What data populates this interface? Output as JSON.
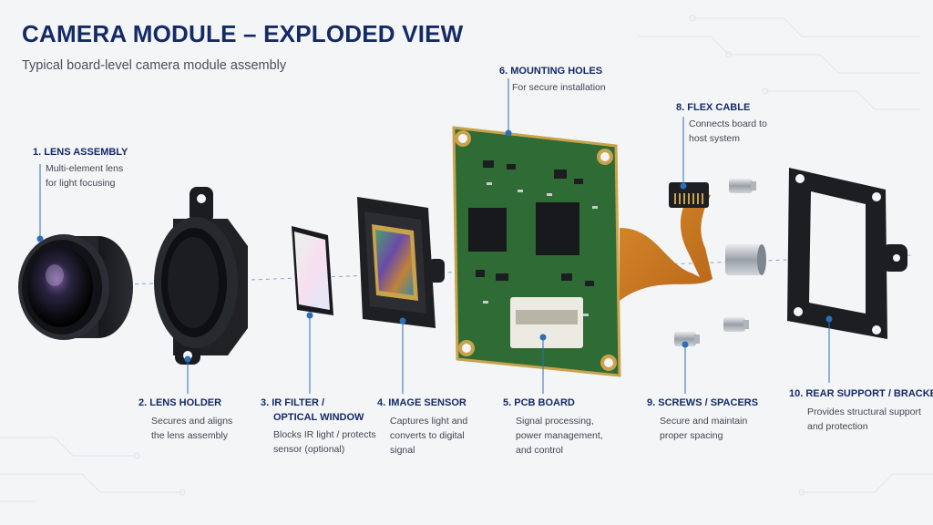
{
  "title": "CAMERA MODULE – EXPLODED VIEW",
  "subtitle": "Typical board-level camera module assembly",
  "parts": [
    {
      "number": "1.",
      "name": "LENS ASSEMBLY",
      "desc": [
        "Multi-element lens",
        "for light focusing"
      ]
    },
    {
      "number": "2.",
      "name": "LENS HOLDER",
      "desc": [
        "Secures and aligns",
        "the lens assembly"
      ]
    },
    {
      "number": "3.",
      "name": [
        "IR FILTER /",
        "OPTICAL WINDOW"
      ],
      "desc": [
        "Blocks IR light / protects",
        "sensor (optional)"
      ]
    },
    {
      "number": "4.",
      "name": "IMAGE SENSOR",
      "desc": [
        "Captures light and",
        "converts to digital",
        "signal"
      ]
    },
    {
      "number": "5.",
      "name": "PCB BOARD",
      "desc": [
        "Signal processing,",
        "power management,",
        "and control"
      ]
    },
    {
      "number": "6.",
      "name": "MOUNTING HOLES",
      "desc": [
        "For secure installation"
      ]
    },
    {
      "number": "8.",
      "name": "FLEX CABLE",
      "desc": [
        "Connects board to",
        "host system"
      ]
    },
    {
      "number": "9.",
      "name": "SCREWS / SPACERS",
      "desc": [
        "Secure and maintain",
        "proper spacing"
      ]
    },
    {
      "number": "10.",
      "name": "REAR SUPPORT / BRACKET",
      "desc": [
        "Provides structural support",
        "and protection"
      ]
    }
  ],
  "colors": {
    "title": "#142a66",
    "leader": "#2b6fb8",
    "pcb": "#2f6b34",
    "flex": "#c9781d",
    "gold": "#c9a24a",
    "part_dark": "#1c1e22"
  }
}
